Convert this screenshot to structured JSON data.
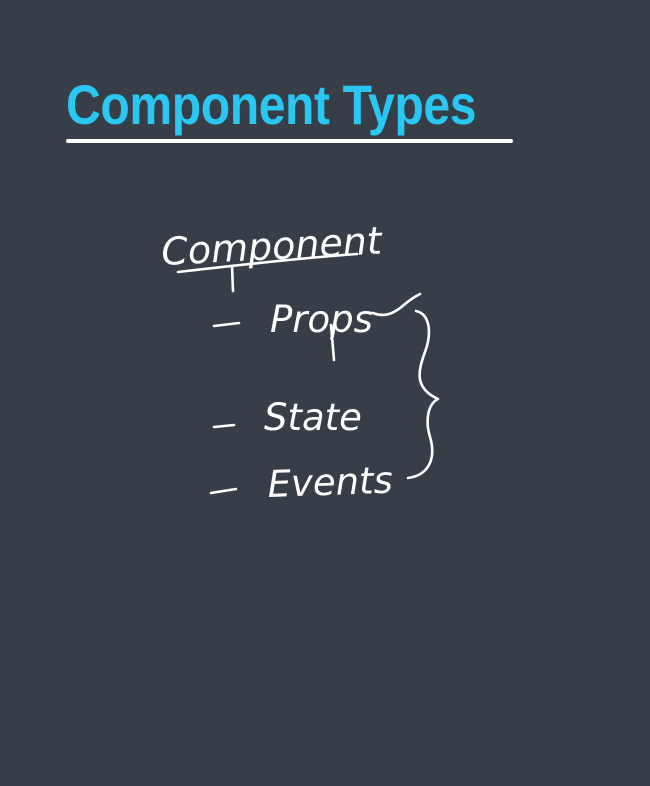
{
  "slide": {
    "title": "Component Types",
    "colors": {
      "background": "#373e47",
      "title": "#29c7f2",
      "underline": "#ffffff",
      "ink": "#ffffff"
    }
  },
  "notes": {
    "heading": "Component",
    "items": [
      {
        "label": "Props"
      },
      {
        "label": "State"
      },
      {
        "label": "Events"
      }
    ]
  }
}
